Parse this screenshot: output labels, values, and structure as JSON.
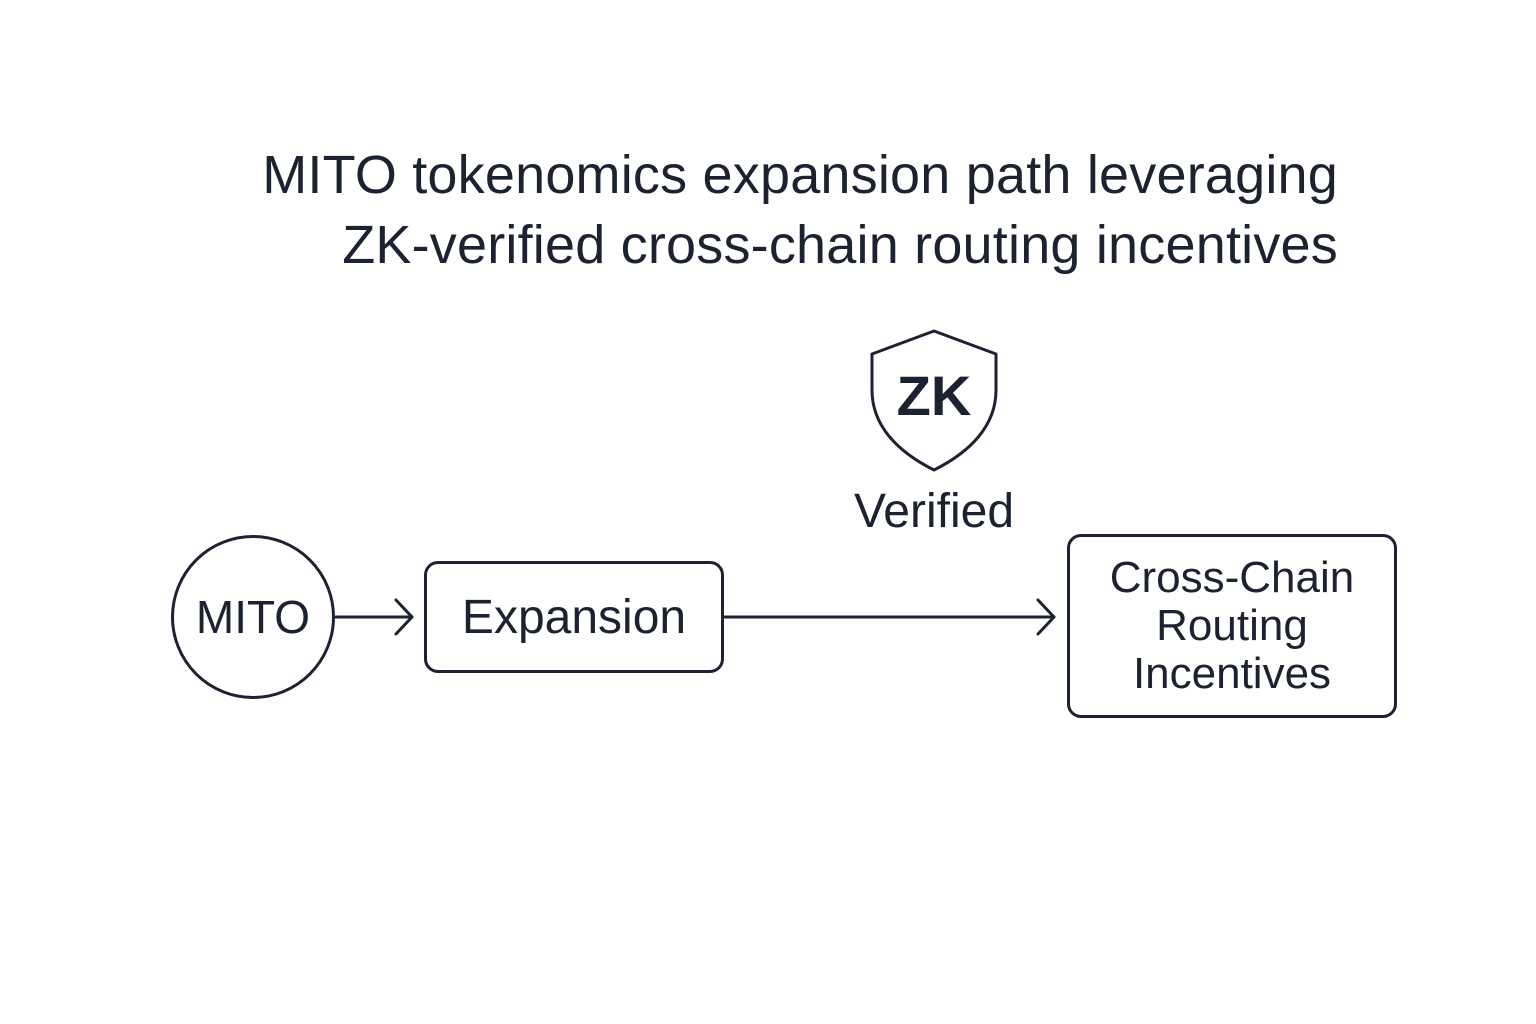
{
  "title": {
    "line1": "MITO tokenomics expansion path leveraging",
    "line2": "ZK-verified cross-chain routing incentives"
  },
  "nodes": {
    "mito": "MITO",
    "expansion": "Expansion",
    "routing": {
      "line1": "Cross-Chain",
      "line2": "Routing",
      "line3": "Incentives"
    }
  },
  "badge": {
    "text": "ZK",
    "icon": "shield-icon",
    "caption": "Verified"
  },
  "colors": {
    "stroke": "#1c2230",
    "background": "#ffffff"
  }
}
